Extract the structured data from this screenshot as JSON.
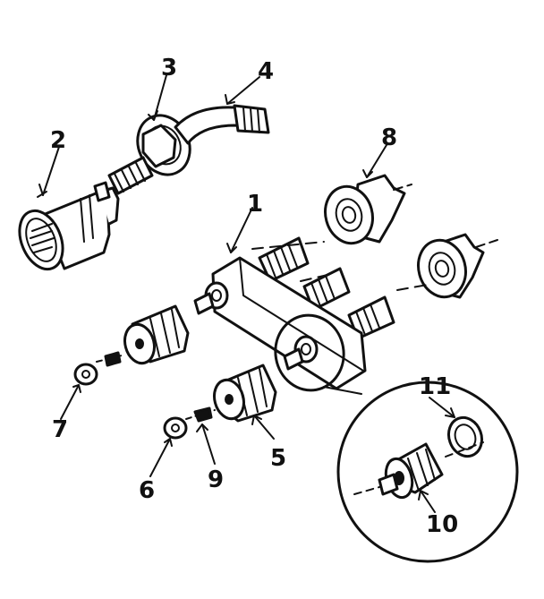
{
  "callouts": {
    "part_1": "1",
    "part_2": "2",
    "part_3": "3",
    "part_4": "4",
    "part_5": "5",
    "part_6": "6",
    "part_7": "7",
    "part_8": "8",
    "part_9": "9",
    "part_10": "10",
    "part_11": "11"
  },
  "line_color": "#111111",
  "background_color": "#ffffff"
}
